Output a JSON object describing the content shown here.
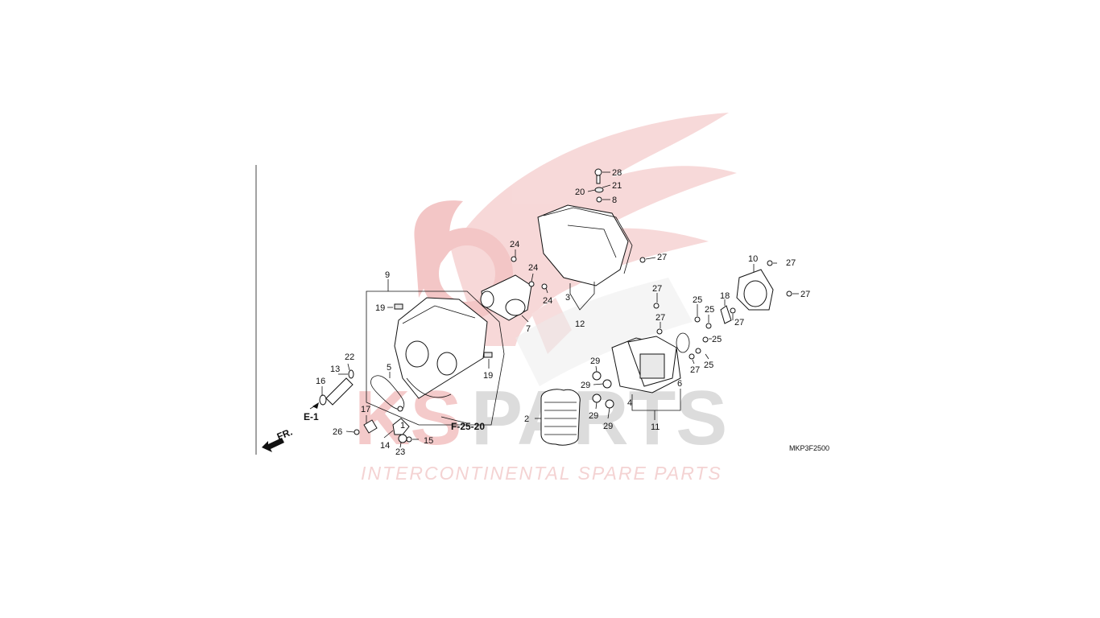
{
  "watermark": {
    "brand_left": "KS",
    "brand_right": "PARTS",
    "tagline": "INTERCONTINENTAL SPARE PARTS",
    "logo_icon": "wing-logo",
    "colors": {
      "wing": "#f3c9c9",
      "brand_left": "#f2c4c4",
      "brand_right": "#dcdcdc",
      "tagline": "#f4d3d3"
    }
  },
  "diagram": {
    "code": "MKP3F2500",
    "refs": {
      "e1": "E-1",
      "f2520": "F-25-20",
      "fr": "FR."
    },
    "callouts": {
      "c1": "1",
      "c2": "2",
      "c3": "3",
      "c4": "4",
      "c5": "5",
      "c6": "6",
      "c7": "7",
      "c8": "8",
      "c9": "9",
      "c10": "10",
      "c11": "11",
      "c12": "12",
      "c13": "13",
      "c14": "14",
      "c15": "15",
      "c16": "16",
      "c17": "17",
      "c18": "18",
      "c19a": "19",
      "c19b": "19",
      "c20": "20",
      "c21": "21",
      "c22": "22",
      "c23": "23",
      "c24a": "24",
      "c24b": "24",
      "c24c": "24",
      "c25a": "25",
      "c25b": "25",
      "c25c": "25",
      "c25d": "25",
      "c26": "26",
      "c27a": "27",
      "c27b": "27",
      "c27c": "27",
      "c27d": "27",
      "c27e": "27",
      "c27f": "27",
      "c27g": "27",
      "c28": "28",
      "c29a": "29",
      "c29b": "29",
      "c29c": "29",
      "c29d": "29"
    }
  }
}
